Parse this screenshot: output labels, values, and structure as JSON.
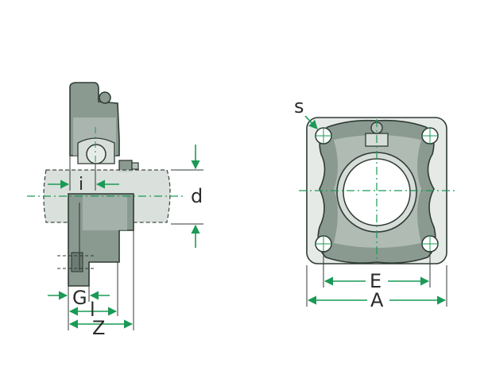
{
  "labels": {
    "s": "s",
    "i": "i",
    "d": "d",
    "G": "G",
    "l": "l",
    "Z": "Z",
    "E": "E",
    "A": "A"
  },
  "colors": {
    "body_fill": "#8a9a91",
    "body_light": "#b6c1ba",
    "body_pale": "#d7ddd8",
    "outline": "#2f3b35",
    "arrow": "#1a9a56",
    "centerline": "#1a9a56"
  }
}
